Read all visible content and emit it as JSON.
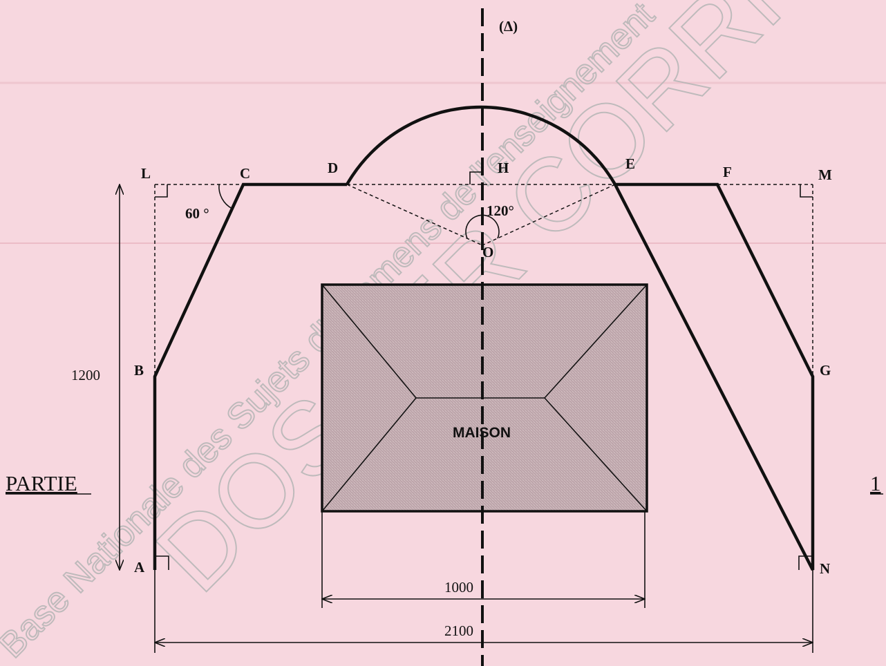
{
  "axis_label": "(Δ)",
  "points": {
    "A": "A",
    "B": "B",
    "C": "C",
    "D": "D",
    "E": "E",
    "F": "F",
    "G": "G",
    "H": "H",
    "L": "L",
    "M": "M",
    "N": "N",
    "O": "O"
  },
  "angles": {
    "angle_c": "60 °",
    "angle_o": "120°"
  },
  "dimensions": {
    "height": "1200",
    "house_width": "1000",
    "total_width": "2100"
  },
  "house_label": "MAISON",
  "side_text": {
    "left": "PARTIE",
    "right": "1"
  },
  "watermark": {
    "big": "DOSSIER CORRIGÉ",
    "small": "Base Nationale des Sujets d'Examens de l'enseignement"
  },
  "colors": {
    "background": "#f7d7df",
    "house_fill": "#c9b3b7",
    "line": "#111111"
  }
}
